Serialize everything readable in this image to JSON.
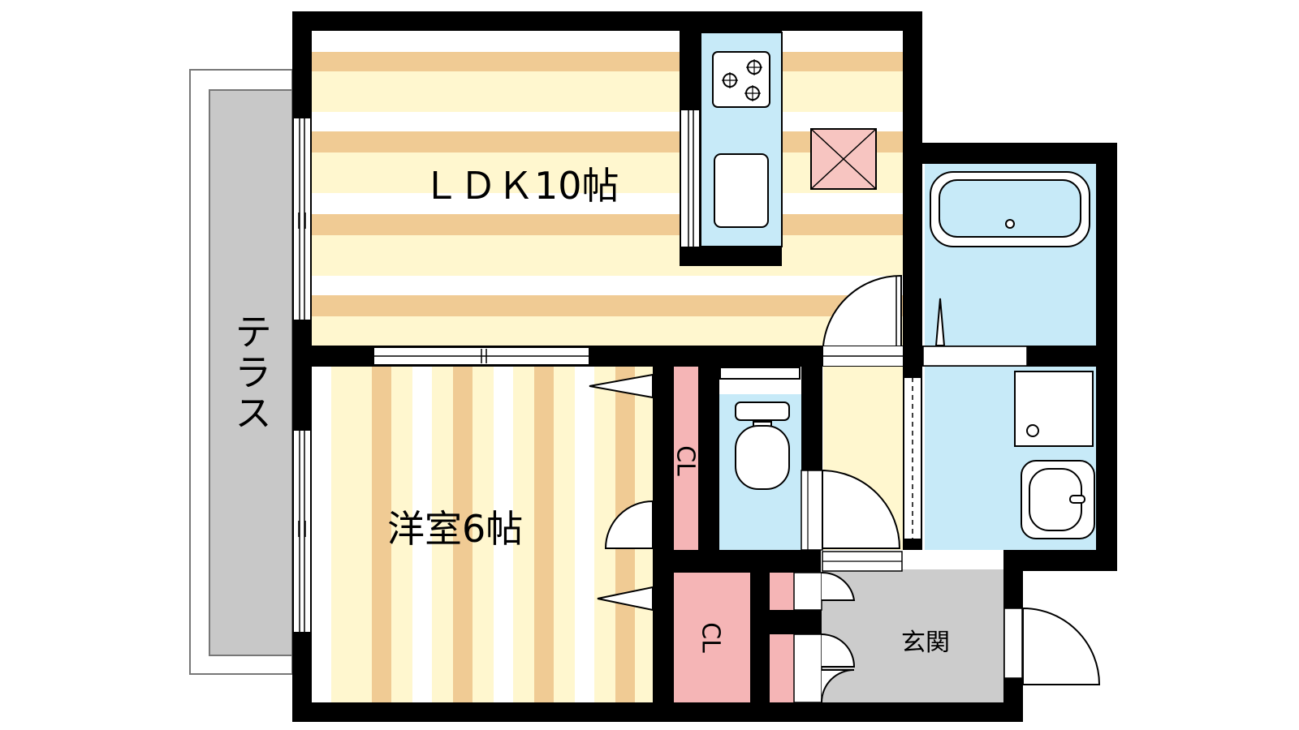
{
  "rooms": {
    "ldk": {
      "label": "ＬＤＫ10帖"
    },
    "western": {
      "label": "洋室6帖"
    },
    "terrace": {
      "label": "テラス"
    },
    "closet_upper": {
      "label": "CL"
    },
    "closet_lower": {
      "label": "CL"
    },
    "entrance": {
      "label": "玄関"
    }
  },
  "colors": {
    "wall": "#000000",
    "floor_stripe": "#f0cb94",
    "floor_base": "#fff7cf",
    "wet_area": "#c7eaf8",
    "closet": "#f5b5b6",
    "entrance": "#cccccc",
    "terrace": "#c8c8c8",
    "fridge_fill": "#f7c5c1"
  }
}
